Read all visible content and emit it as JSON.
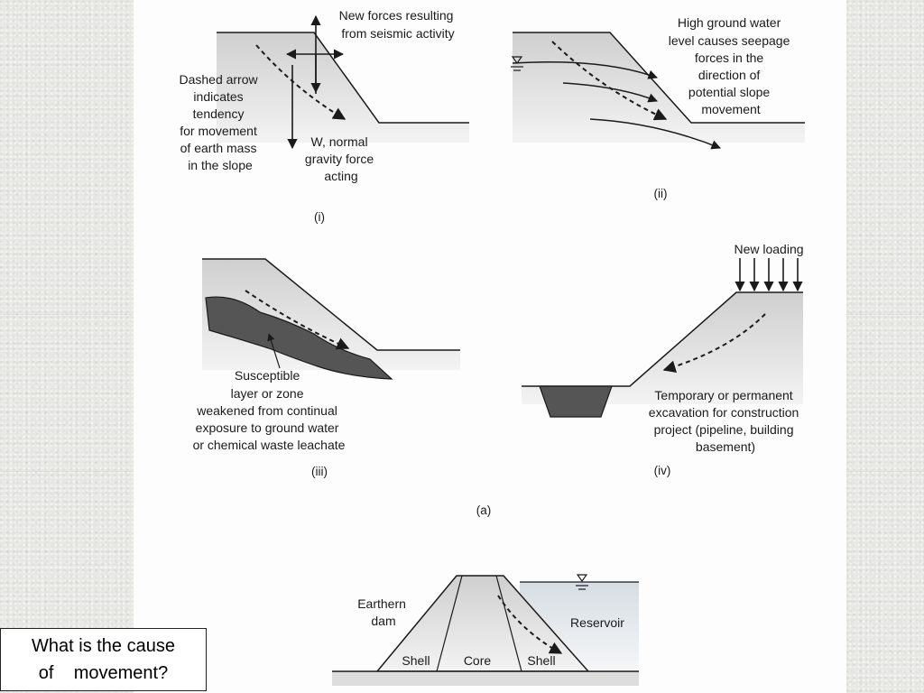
{
  "figure": {
    "panel_i": {
      "caption": "(i)",
      "label_forces": [
        "New forces resulting",
        "from seismic activity"
      ],
      "label_dashed": [
        "Dashed arrow",
        "indicates",
        "tendency",
        "for movement",
        "of earth mass",
        "in the slope"
      ],
      "label_weight": [
        "W, normal",
        "gravity force",
        "acting"
      ]
    },
    "panel_ii": {
      "caption": "(ii)",
      "label_seepage": [
        "High ground water",
        "level causes seepage",
        "forces in the",
        "direction of",
        "potential slope",
        "movement"
      ]
    },
    "panel_iii": {
      "caption": "(iii)",
      "label_layer": [
        "Susceptible",
        "layer or zone",
        "weakened from continual",
        "exposure to ground water",
        "or chemical waste leachate"
      ]
    },
    "panel_iv": {
      "caption": "(iv)",
      "label_loading": "New loading",
      "label_excavation": [
        "Temporary or permanent",
        "excavation for construction",
        "project (pipeline, building",
        "basement)"
      ]
    },
    "caption_a": "(a)",
    "dam": {
      "label_dam": [
        "Earthern",
        "dam"
      ],
      "label_reservoir": "Reservoir",
      "label_shell_left": "Shell",
      "label_core": "Core",
      "label_shell_right": "Shell"
    }
  },
  "question": {
    "line1": "What is the cause",
    "line2": "of    movement?"
  },
  "colors": {
    "soil_light": "#e2e2e2",
    "soil_dark": "#555555",
    "ink": "#1a1a1a",
    "border": "#222222"
  }
}
